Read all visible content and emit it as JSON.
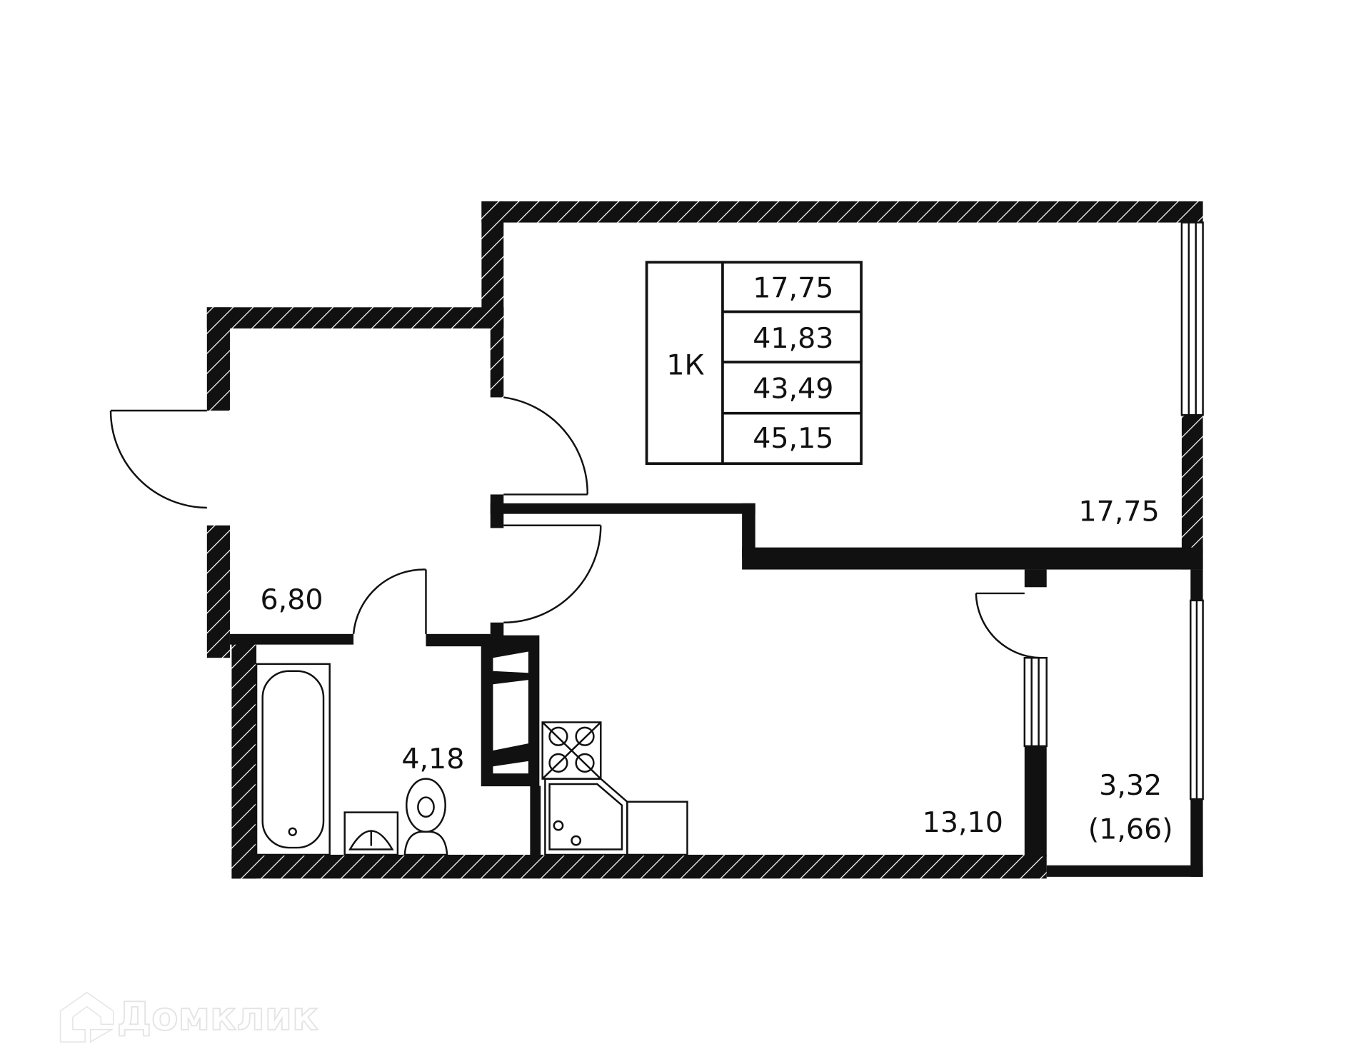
{
  "summary_table": {
    "apartment_type": "1К",
    "areas": [
      "17,75",
      "41,83",
      "43,49",
      "45,15"
    ]
  },
  "rooms": {
    "hallway": "6,80",
    "bathroom": "4,18",
    "living_room": "17,75",
    "kitchen": "13,10",
    "balcony_area": "3,32",
    "balcony_reduced": "(1,66)"
  },
  "watermark": "Домклик",
  "colors": {
    "wall": "#111111",
    "line": "#111111",
    "background": "#ffffff"
  }
}
